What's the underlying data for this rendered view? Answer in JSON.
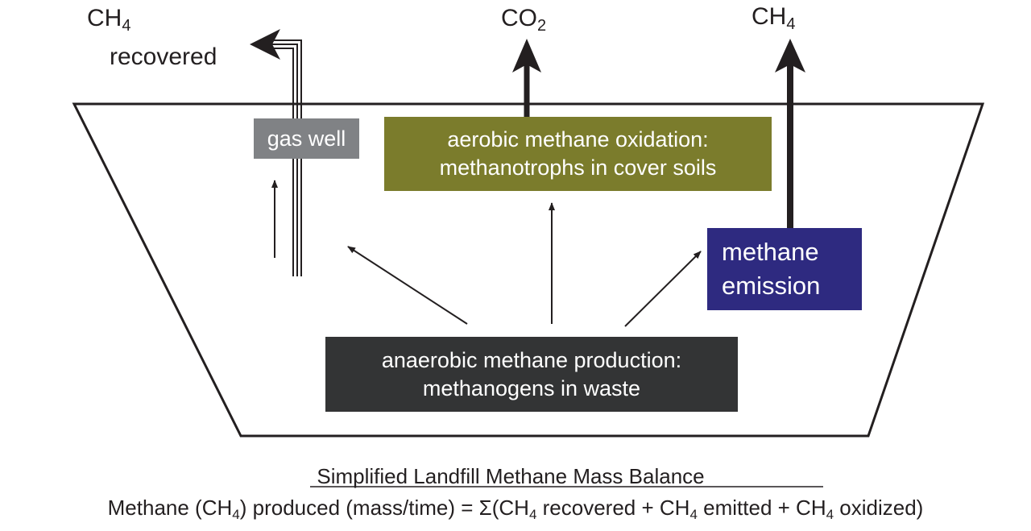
{
  "labels": {
    "ch4_recovered": {
      "base": "CH",
      "sub": "4",
      "second_line": "recovered"
    },
    "co2": {
      "base": "CO",
      "sub": "2"
    },
    "ch4_emitted": {
      "base": "CH",
      "sub": "4"
    }
  },
  "boxes": {
    "gas_well": {
      "text": "gas well",
      "color": "#808285"
    },
    "aerobic": {
      "line1": "aerobic methane oxidation:",
      "line2": "methanotrophs in cover soils",
      "color": "#7b7c2c"
    },
    "emission": {
      "line1": "methane",
      "line2": "emission",
      "color": "#2e2a80"
    },
    "anaerobic": {
      "line1": "anaerobic methane production:",
      "line2": "methanogens in waste",
      "color": "#333435"
    }
  },
  "footer": {
    "title": "Simplified Landfill Methane Mass Balance",
    "eq_p1": "Methane (CH",
    "eq_sub1": "4",
    "eq_p2": ") produced (mass/time) = Σ(CH",
    "eq_sub2": "4",
    "eq_p3": " recovered + CH",
    "eq_sub3": "4",
    "eq_p4": " emitted + CH",
    "eq_sub4": "4",
    "eq_p5": " oxidized)"
  },
  "colors": {
    "ink": "#231f20",
    "background": "#ffffff"
  }
}
